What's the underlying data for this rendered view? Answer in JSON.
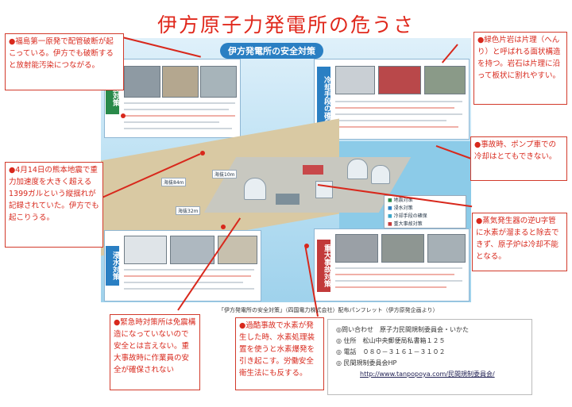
{
  "title": "伊方原子力発電所の危うさ",
  "brochure": {
    "heading": "伊方発電所の安全対策",
    "tabs": {
      "quake": "地震対策",
      "cooling": "冷却手段の確保",
      "flood": "浸水対策",
      "severe": "重大事故対策"
    },
    "heights": {
      "h84": "海抜84m",
      "h32": "海抜32m",
      "h10": "海抜10m"
    },
    "legend": {
      "a": "地震対策",
      "b": "浸水対策",
      "c": "冷却手段の確保",
      "d": "重大事故対策"
    }
  },
  "callouts": {
    "c1": "●福島第一原発で配管破断が起こっている。伊方でも破断すると放射能汚染につながる。",
    "c2": "●4月14日の熊本地震で重力加速度を大きく超える1399ガルという縦揺れが記録されていた。伊方でも起こりうる。",
    "c3": "●緑色片岩は片理（へんり）と呼ばれる面状構造を持つ。岩石は片理に沿って板状に割れやすい。",
    "c4": "●事故時、ポンプ車での冷却はとてもできない。",
    "c5": "●蒸気発生器の逆U字管に水素が溜まると除去できず、原子炉は冷却不能となる。",
    "c6": "●緊急時対策所は免震構造になっていないので安全とは言えない。重大事故時に作業員の安全が確保されない",
    "c7": "●過酷事故で水素が発生した時、水素処理装置を使うと水素爆発を引き起こす。労働安全衛生法にも反する。"
  },
  "caption": "「伊方発電所の安全対策」（四国電力株式会社）配布パンフレット（伊方原発企画より）",
  "contact": {
    "l1": "◎問い合わせ　原子力民間規制委員会・いかた",
    "l2": "◎ 住所　松山中央郵便局私書箱１２５",
    "l3": "◎ 電話　０８０－３１６１－３１０２",
    "l4": "◎ 民間規制委員会HP",
    "url": "http://www.tanpopoya.com/民間規制委員会/"
  }
}
